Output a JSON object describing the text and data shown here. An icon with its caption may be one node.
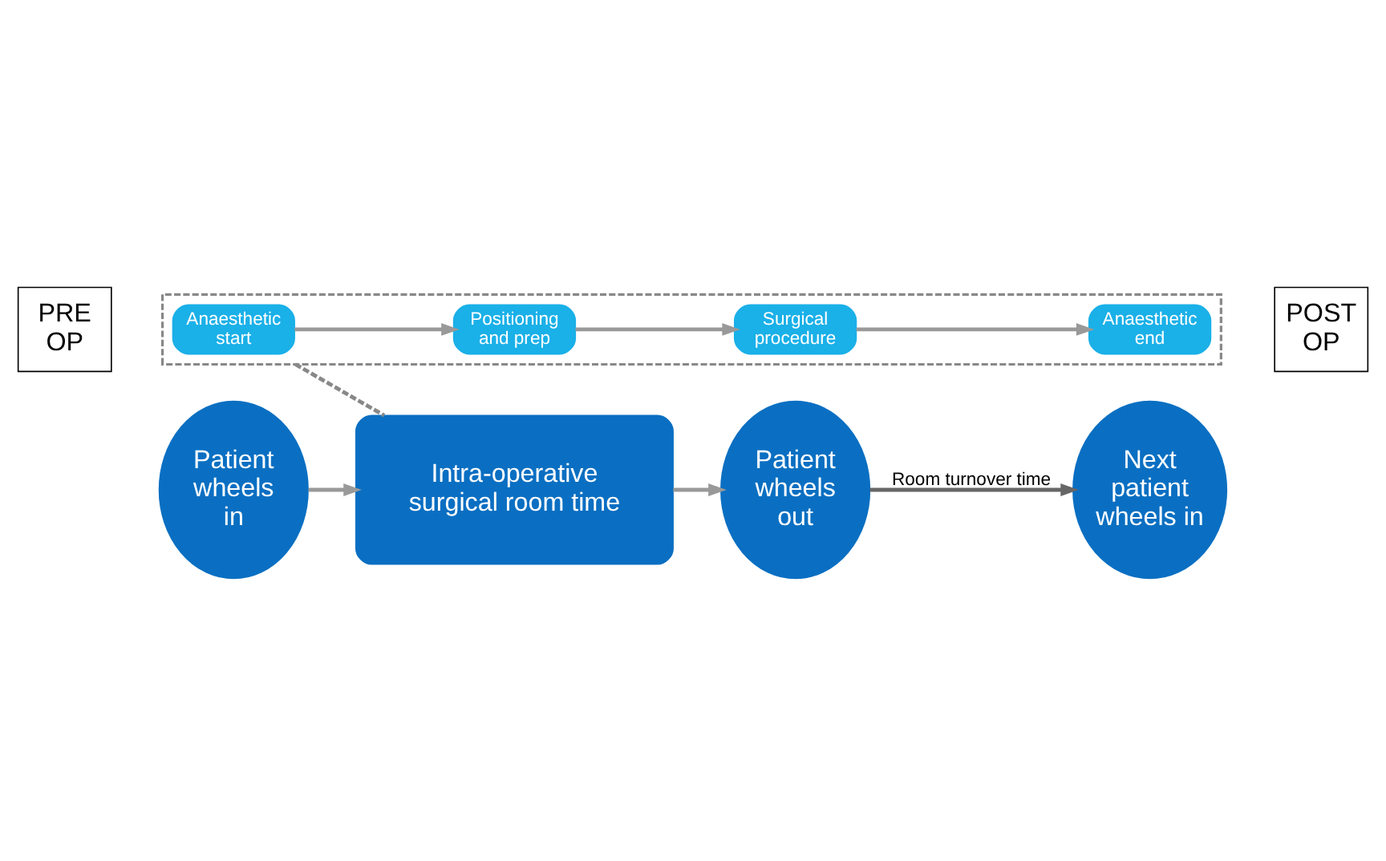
{
  "diagram": {
    "nodes": [
      {
        "text": [
          "PRE OP"
        ]
      },
      {
        "text": [],
        "shape": "box"
      },
      {
        "text": [
          "Anaesthetic start"
        ],
        "in": 1
      },
      {
        "text": [
          "Positioning and prep"
        ],
        "in": 1
      },
      {
        "text": [
          "Surgical procedure"
        ],
        "in": 1
      },
      {
        "text": [
          "Anaesthetic end"
        ],
        "in": 1
      },
      {
        "text": [
          "POST OP"
        ]
      },
      {
        "text": [
          "Patient wheels in"
        ]
      },
      {
        "text": [
          "Intra-operative surgical room time"
        ]
      },
      {
        "text": [
          "Patient wheels out"
        ]
      },
      {
        "text": [
          "Next patient wheels in"
        ]
      }
    ],
    "edges": [
      {
        "from": 2,
        "to": 3,
        "arrow": "to"
      },
      {
        "from": 3,
        "to": 4,
        "arrow": "to"
      },
      {
        "from": 4,
        "to": 5,
        "arrow": "to"
      },
      {
        "from": 1,
        "to": 8,
        "arrow": "none",
        "style": "dashed",
        "color": "#888888"
      },
      {
        "from": 7,
        "to": 8,
        "arrow": "to"
      },
      {
        "from": 8,
        "to": 9,
        "arrow": "to"
      },
      {
        "from": 9,
        "to": 10,
        "arrow": "to",
        "label": "Room turnover time",
        "color": "#666666"
      }
    ]
  }
}
